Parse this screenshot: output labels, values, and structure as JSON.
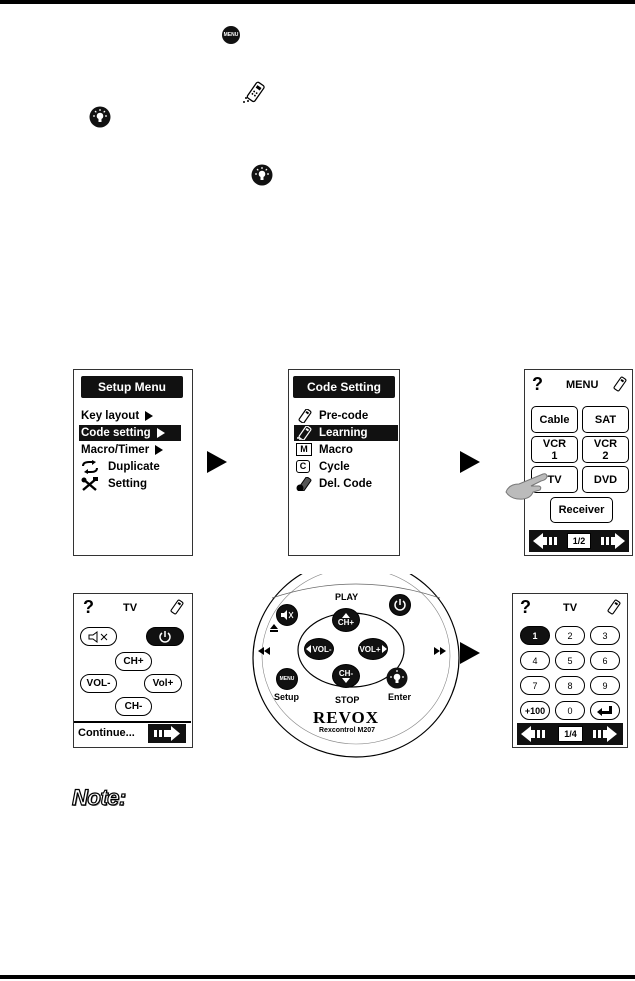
{
  "icons": {
    "menu_icon_label": "MENU"
  },
  "setup_menu": {
    "title": "Setup Menu",
    "items": [
      "Key layout",
      "Code setting",
      "Macro/Timer",
      "Duplicate",
      "Setting"
    ]
  },
  "code_setting": {
    "title": "Code Setting",
    "items": [
      "Pre-code",
      "Learning",
      "Macro",
      "Cycle",
      "Del. Code"
    ],
    "macro_glyph": "M",
    "cycle_glyph": "C"
  },
  "device_menu": {
    "help": "?",
    "title": "MENU",
    "buttons": [
      [
        "Cable",
        "SAT"
      ],
      [
        "VCR\n1",
        "VCR\n2"
      ],
      [
        "TV",
        "DVD"
      ]
    ],
    "receiver": "Receiver",
    "page": "1/2"
  },
  "tv_screen": {
    "help": "?",
    "title": "TV",
    "ch_up": "CH+",
    "vol_down": "VOL-",
    "vol_up": "Vol+",
    "ch_down": "CH-",
    "continue": "Continue..."
  },
  "remote": {
    "play": "PLAY",
    "stop": "STOP",
    "ch_up": "CH+",
    "ch_down": "CH-",
    "vol_down": "VOL-",
    "vol_up": "VOL+",
    "menu": "MENU",
    "setup": "Setup",
    "enter": "Enter",
    "brand": "REVOX",
    "model": "Rexcontrol M207"
  },
  "keypad": {
    "help": "?",
    "title": "TV",
    "keys": [
      "1",
      "2",
      "3",
      "4",
      "5",
      "6",
      "7",
      "8",
      "9",
      "+100",
      "0"
    ],
    "page": "1/4"
  },
  "note_label": "Note:"
}
